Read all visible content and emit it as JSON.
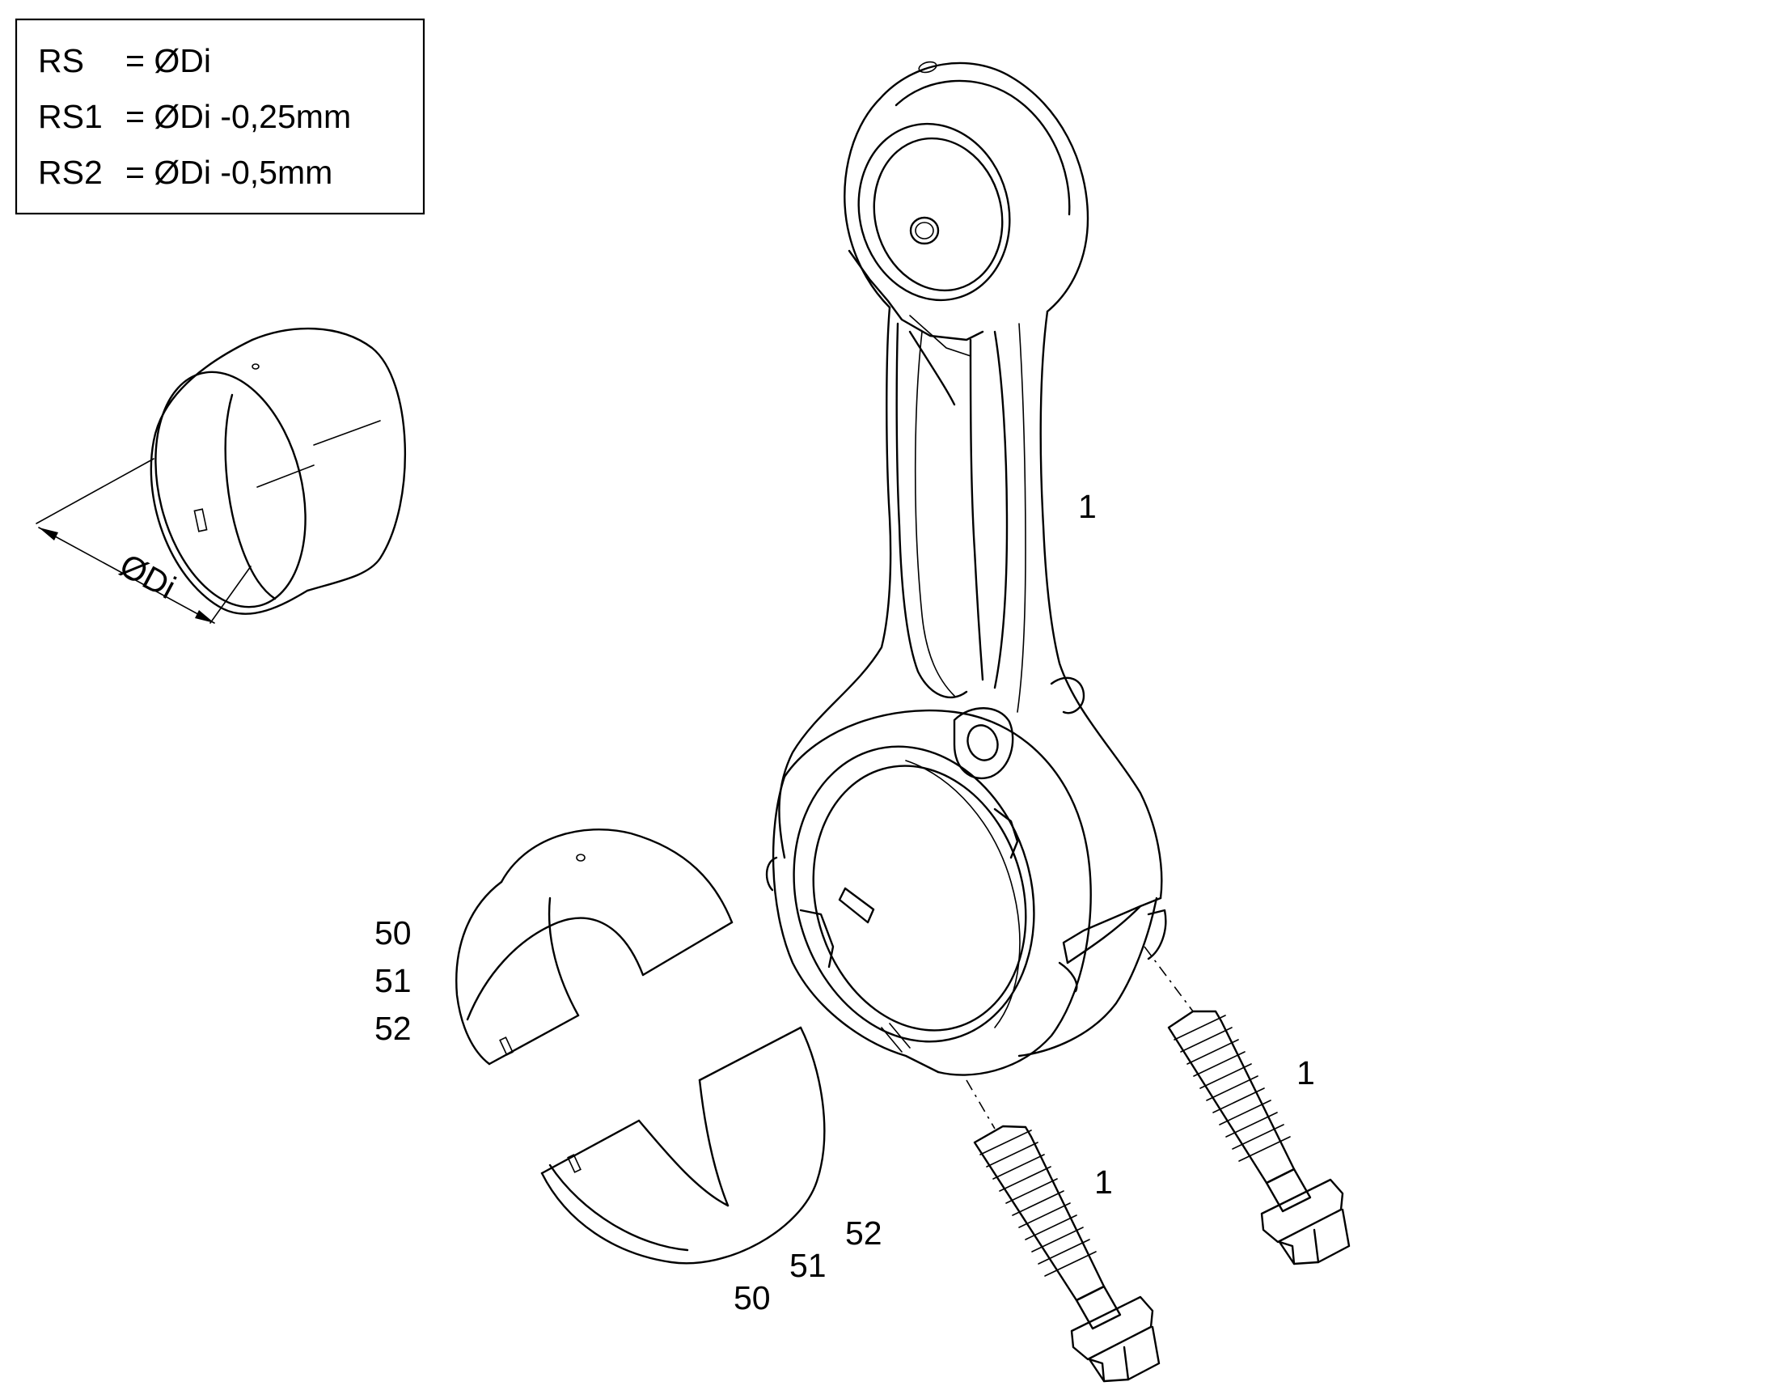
{
  "legend": {
    "rows": [
      {
        "code": "RS",
        "eq": "= ØDi"
      },
      {
        "code": "RS1",
        "eq": "= ØDi -0,25mm"
      },
      {
        "code": "RS2",
        "eq": "= ØDi -0,5mm"
      }
    ]
  },
  "dimension": {
    "label": "ØDi"
  },
  "callouts": {
    "rod": "1",
    "bolt_right": "1",
    "bolt_left": "1",
    "upper_shell": [
      "50",
      "51",
      "52"
    ],
    "lower_shell": [
      "50",
      "51",
      "52"
    ]
  }
}
